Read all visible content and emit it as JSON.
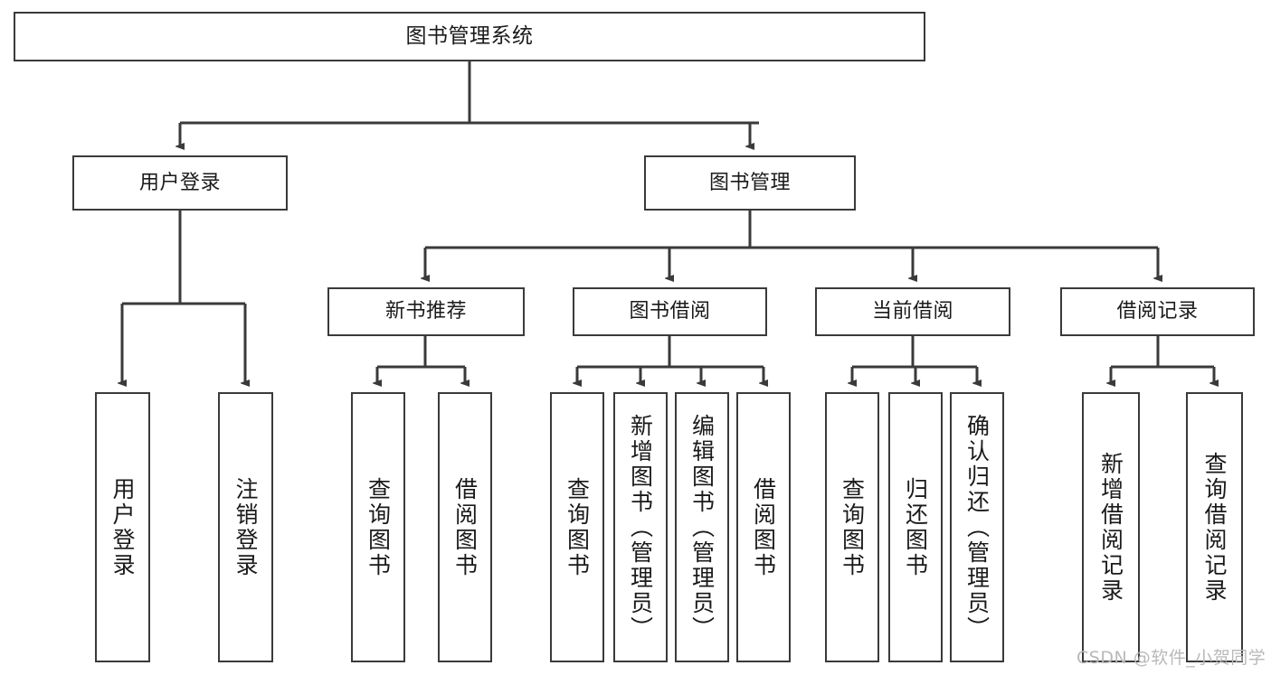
{
  "diagram": {
    "title": "图书管理系统",
    "type": "hierarchy-tree",
    "root": {
      "id": "root",
      "label": "图书管理系统"
    },
    "level2": [
      {
        "id": "user-login",
        "label": "用户登录"
      },
      {
        "id": "book-manage",
        "label": "图书管理"
      }
    ],
    "level3": [
      {
        "id": "new-book-rec",
        "label": "新书推荐",
        "parent": "book-manage"
      },
      {
        "id": "book-borrow",
        "label": "图书借阅",
        "parent": "book-manage"
      },
      {
        "id": "current-borrow",
        "label": "当前借阅",
        "parent": "book-manage"
      },
      {
        "id": "borrow-record",
        "label": "借阅记录",
        "parent": "book-manage"
      }
    ],
    "leaves": [
      {
        "id": "leaf-user-login",
        "label": "用户登录",
        "parent": "user-login"
      },
      {
        "id": "leaf-user-logout",
        "label": "注销登录",
        "parent": "user-login"
      },
      {
        "id": "leaf-query-book-1",
        "label": "查询图书",
        "parent": "new-book-rec"
      },
      {
        "id": "leaf-borrow-book-1",
        "label": "借阅图书",
        "parent": "new-book-rec"
      },
      {
        "id": "leaf-query-book-2",
        "label": "查询图书",
        "parent": "book-borrow"
      },
      {
        "id": "leaf-add-book",
        "label": "新增图书（管理员）",
        "parent": "book-borrow"
      },
      {
        "id": "leaf-edit-book",
        "label": "编辑图书（管理员）",
        "parent": "book-borrow"
      },
      {
        "id": "leaf-borrow-book-2",
        "label": "借阅图书",
        "parent": "book-borrow"
      },
      {
        "id": "leaf-query-book-3",
        "label": "查询图书",
        "parent": "current-borrow"
      },
      {
        "id": "leaf-return-book",
        "label": "归还图书",
        "parent": "current-borrow"
      },
      {
        "id": "leaf-confirm-return",
        "label": "确认归还（管理员）",
        "parent": "current-borrow"
      },
      {
        "id": "leaf-add-record",
        "label": "新增借阅记录",
        "parent": "borrow-record"
      },
      {
        "id": "leaf-query-record",
        "label": "查询借阅记录",
        "parent": "borrow-record"
      }
    ],
    "colors": {
      "stroke": "#3a3a3a",
      "fill": "#ffffff",
      "text": "#1a1a1a",
      "watermark": "#b9b9b9"
    }
  },
  "watermark": {
    "text": "CSDN @软件_小贺同学"
  }
}
